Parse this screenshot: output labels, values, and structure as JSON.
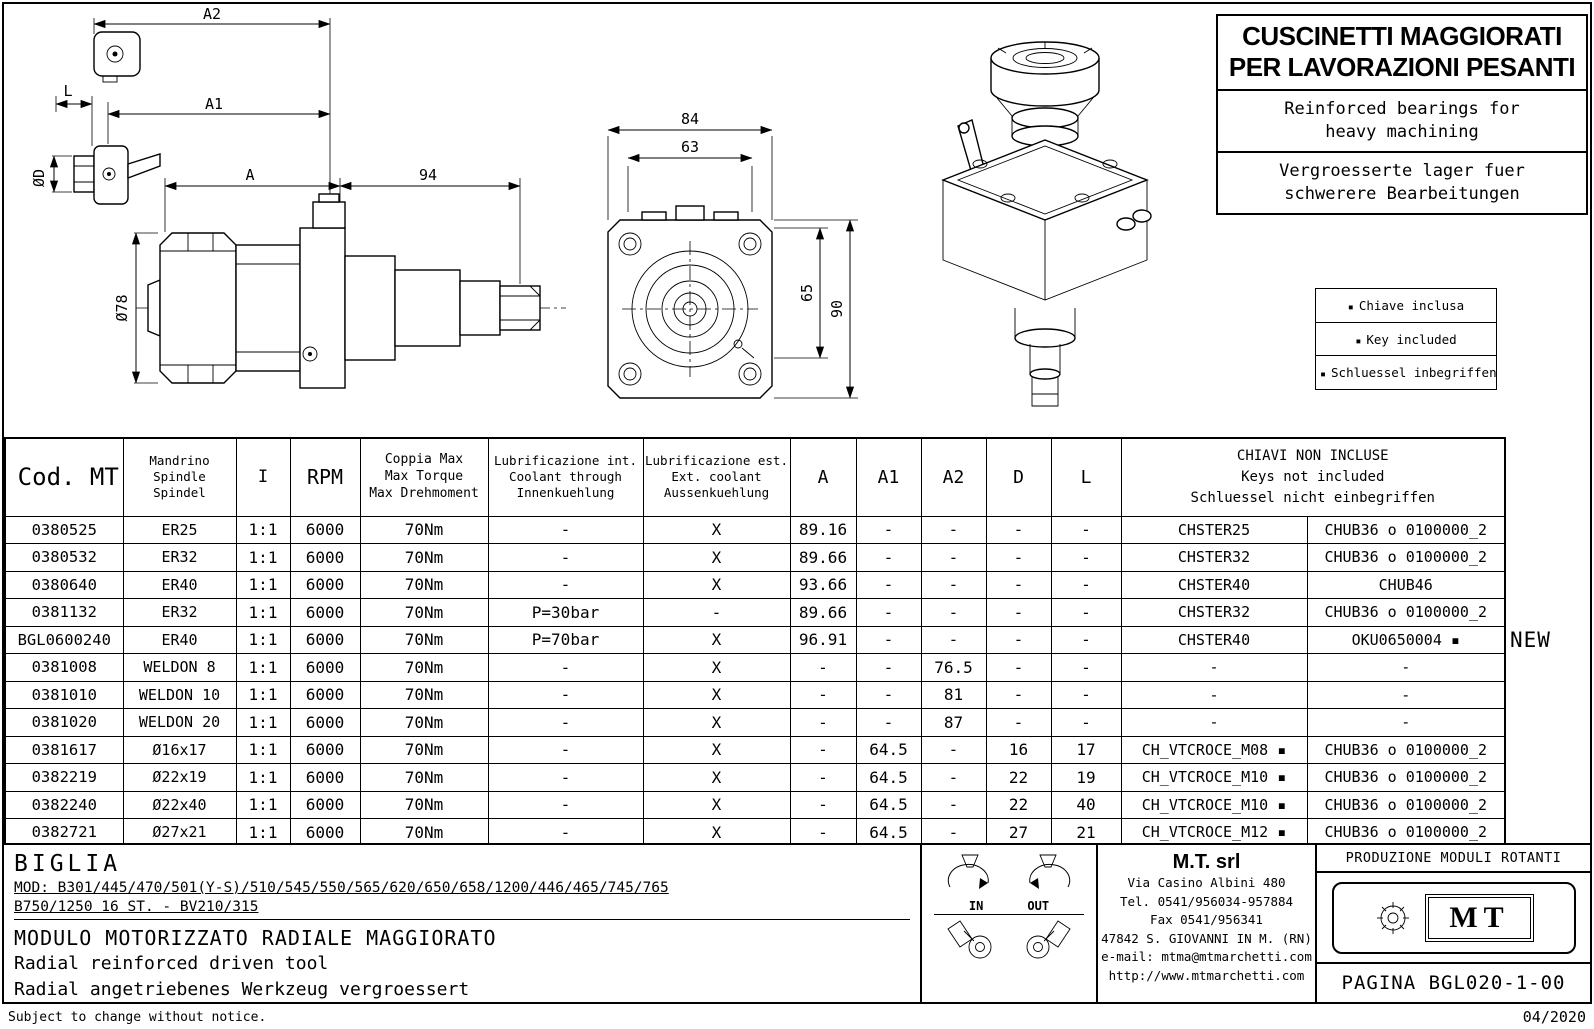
{
  "title_box": {
    "it1": "CUSCINETTI MAGGIORATI",
    "it2": "PER LAVORAZIONI PESANTI",
    "en1": "Reinforced bearings for",
    "en2": "heavy machining",
    "de1": "Vergroesserte lager fuer",
    "de2": "schwerere Bearbeitungen"
  },
  "key_box": {
    "bullet": "▪",
    "items": [
      "Chiave inclusa",
      "Key included",
      "Schluessel inbegriffen"
    ]
  },
  "drawings": {
    "side": {
      "a2": "A2",
      "a1": "A1",
      "a": "A",
      "len94": "94",
      "l": "L",
      "dia_d": "ØD",
      "dia_78": "Ø78"
    },
    "front": {
      "w84": "84",
      "w63": "63",
      "h65": "65",
      "h90": "90"
    }
  },
  "table": {
    "headers": {
      "cod": "Cod. MT",
      "mandrino": [
        "Mandrino",
        "Spindle",
        "Spindel"
      ],
      "i": "I",
      "rpm": "RPM",
      "coppia": [
        "Coppia Max",
        "Max Torque",
        "Max Drehmoment"
      ],
      "lub_int": [
        "Lubrificazione int.",
        "Coolant through",
        "Innenkuehlung"
      ],
      "lub_est": [
        "Lubrificazione est.",
        "Ext. coolant",
        "Aussenkuehlung"
      ],
      "a": "A",
      "a1": "A1",
      "a2": "A2",
      "d": "D",
      "l": "L",
      "keys": [
        "CHIAVI NON INCLUSE",
        "Keys not included",
        "Schluessel nicht einbegriffen"
      ]
    },
    "rows": [
      {
        "cod": "0380525",
        "spindle": "ER25",
        "i": "1:1",
        "rpm": "6000",
        "torque": "70Nm",
        "lub_int": "-",
        "lub_est": "X",
        "a": "89.16",
        "a1": "-",
        "a2": "-",
        "d": "-",
        "l": "-",
        "key1": "CHSTER25",
        "key2": "CHUB36 o 0100000_2"
      },
      {
        "cod": "0380532",
        "spindle": "ER32",
        "i": "1:1",
        "rpm": "6000",
        "torque": "70Nm",
        "lub_int": "-",
        "lub_est": "X",
        "a": "89.66",
        "a1": "-",
        "a2": "-",
        "d": "-",
        "l": "-",
        "key1": "CHSTER32",
        "key2": "CHUB36 o 0100000_2"
      },
      {
        "cod": "0380640",
        "spindle": "ER40",
        "i": "1:1",
        "rpm": "6000",
        "torque": "70Nm",
        "lub_int": "-",
        "lub_est": "X",
        "a": "93.66",
        "a1": "-",
        "a2": "-",
        "d": "-",
        "l": "-",
        "key1": "CHSTER40",
        "key2": "CHUB46"
      },
      {
        "cod": "0381132",
        "spindle": "ER32",
        "i": "1:1",
        "rpm": "6000",
        "torque": "70Nm",
        "lub_int": "P=30bar",
        "lub_est": "-",
        "a": "89.66",
        "a1": "-",
        "a2": "-",
        "d": "-",
        "l": "-",
        "key1": "CHSTER32",
        "key2": "CHUB36 o 0100000_2"
      },
      {
        "cod": "BGL0600240",
        "spindle": "ER40",
        "i": "1:1",
        "rpm": "6000",
        "torque": "70Nm",
        "lub_int": "P=70bar",
        "lub_est": "X",
        "a": "96.91",
        "a1": "-",
        "a2": "-",
        "d": "-",
        "l": "-",
        "key1": "CHSTER40",
        "key2": "OKU0650004 ▪"
      },
      {
        "cod": "0381008",
        "spindle": "WELDON 8",
        "i": "1:1",
        "rpm": "6000",
        "torque": "70Nm",
        "lub_int": "-",
        "lub_est": "X",
        "a": "-",
        "a1": "-",
        "a2": "76.5",
        "d": "-",
        "l": "-",
        "key1": "-",
        "key2": "-"
      },
      {
        "cod": "0381010",
        "spindle": "WELDON 10",
        "i": "1:1",
        "rpm": "6000",
        "torque": "70Nm",
        "lub_int": "-",
        "lub_est": "X",
        "a": "-",
        "a1": "-",
        "a2": "81",
        "d": "-",
        "l": "-",
        "key1": "-",
        "key2": "-"
      },
      {
        "cod": "0381020",
        "spindle": "WELDON 20",
        "i": "1:1",
        "rpm": "6000",
        "torque": "70Nm",
        "lub_int": "-",
        "lub_est": "X",
        "a": "-",
        "a1": "-",
        "a2": "87",
        "d": "-",
        "l": "-",
        "key1": "-",
        "key2": "-"
      },
      {
        "cod": "0381617",
        "spindle": "Ø16x17",
        "i": "1:1",
        "rpm": "6000",
        "torque": "70Nm",
        "lub_int": "-",
        "lub_est": "X",
        "a": "-",
        "a1": "64.5",
        "a2": "-",
        "d": "16",
        "l": "17",
        "key1": "CH_VTCROCE_M08 ▪",
        "key2": "CHUB36 o 0100000_2"
      },
      {
        "cod": "0382219",
        "spindle": "Ø22x19",
        "i": "1:1",
        "rpm": "6000",
        "torque": "70Nm",
        "lub_int": "-",
        "lub_est": "X",
        "a": "-",
        "a1": "64.5",
        "a2": "-",
        "d": "22",
        "l": "19",
        "key1": "CH_VTCROCE_M10 ▪",
        "key2": "CHUB36 o 0100000_2"
      },
      {
        "cod": "0382240",
        "spindle": "Ø22x40",
        "i": "1:1",
        "rpm": "6000",
        "torque": "70Nm",
        "lub_int": "-",
        "lub_est": "X",
        "a": "-",
        "a1": "64.5",
        "a2": "-",
        "d": "22",
        "l": "40",
        "key1": "CH_VTCROCE_M10 ▪",
        "key2": "CHUB36 o 0100000_2"
      },
      {
        "cod": "0382721",
        "spindle": "Ø27x21",
        "i": "1:1",
        "rpm": "6000",
        "torque": "70Nm",
        "lub_int": "-",
        "lub_est": "X",
        "a": "-",
        "a1": "64.5",
        "a2": "-",
        "d": "27",
        "l": "21",
        "key1": "CH_VTCROCE_M12 ▪",
        "key2": "CHUB36 o 0100000_2"
      }
    ],
    "new_label": "NEW"
  },
  "footer": {
    "brand": "BIGLIA",
    "mod1": "MOD: B301/445/470/501(Y-S)/510/545/550/565/620/650/658/1200/446/465/745/765",
    "mod2": "B750/1250 16 ST. - BV210/315",
    "desc_it": "MODULO MOTORIZZATO RADIALE MAGGIORATO",
    "desc_en": "Radial reinforced driven tool",
    "desc_de": "Radial angetriebenes Werkzeug vergroessert",
    "in_label": "IN",
    "out_label": "OUT",
    "company": {
      "name": "M.T. srl",
      "address": "Via Casino Albini 480",
      "tel": "Tel. 0541/956034-957884",
      "fax": "Fax 0541/956341",
      "city": "47842 S. GIOVANNI IN M. (RN)",
      "email": "e-mail: mtma@mtmarchetti.com",
      "web": "http://www.mtmarchetti.com"
    },
    "production": "PRODUZIONE MODULI ROTANTI",
    "logo_text": "MT",
    "page": "PAGINA BGL020-1-00",
    "note": "Subject to change without notice.",
    "date": "04/2020"
  }
}
